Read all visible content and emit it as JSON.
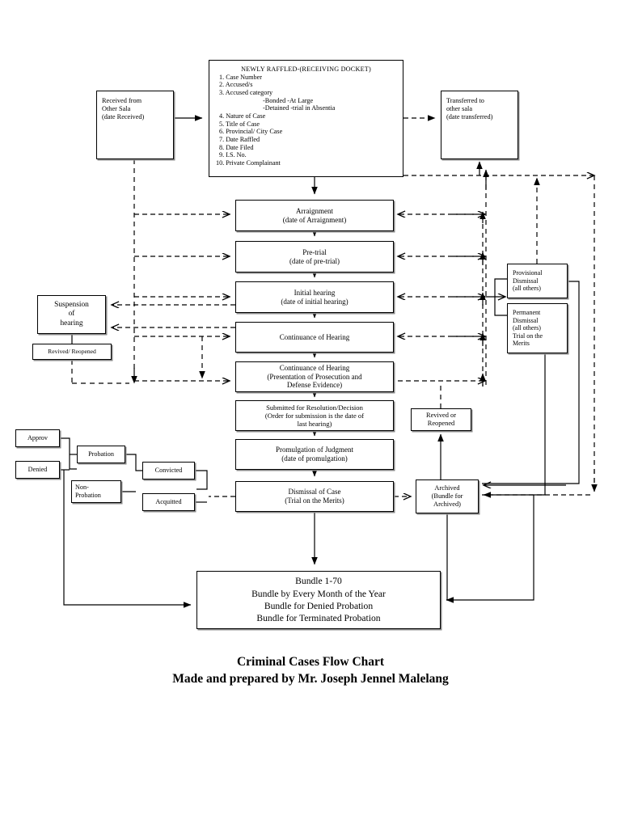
{
  "title": "Criminal Cases Flow Chart",
  "caption": {
    "line1": "Criminal Cases Flow Chart",
    "line2": "Made and prepared by Mr. Joseph Jennel Malelang"
  },
  "boxes": {
    "received_from_other_sala": {
      "name": "received-from-other-sala",
      "lines": [
        "Received from",
        "Other Sala",
        "(date Received)"
      ]
    },
    "newly_raffled": {
      "name": "newly-raffled-receiving-docket",
      "heading": "NEWLY RAFFLED-(RECEIVING DOCKET)",
      "items": [
        "1. Case Number",
        "2. Accused/s",
        "3. Accused category",
        "4. Nature of Case",
        "5. Title of Case",
        "6. Provincial/ City Case",
        "7. Date Raffled",
        "8. Date Filed",
        "9. I.S. No.",
        "10. Private Complainant"
      ],
      "sub_items": [
        "-Bonded    -At Large",
        "-Detained  -trial in Absentia"
      ]
    },
    "transferred_to_other_sala": {
      "name": "transferred-to-other-sala",
      "lines": [
        "Transferred to",
        "other sala",
        "(date transferred)"
      ]
    },
    "arraignment": {
      "name": "arraignment",
      "lines": [
        "Arraignment",
        "(date of Arraignment)"
      ]
    },
    "pre_trial": {
      "name": "pre-trial",
      "lines": [
        "Pre-trial",
        "(date of pre-trial)"
      ]
    },
    "initial_hearing": {
      "name": "initial-hearing",
      "lines": [
        "Initial hearing",
        "(date of initial hearing)"
      ]
    },
    "continuance_of_hearing_1": {
      "name": "continuance-of-hearing",
      "lines": [
        "Continuance of Hearing"
      ]
    },
    "continuance_of_hearing_2": {
      "name": "continuance-of-hearing-evidence",
      "lines": [
        "Continuance of Hearing",
        "(Presentation of Prosecution and",
        "Defense Evidence)"
      ]
    },
    "submitted_for_resolution": {
      "name": "submitted-for-resolution",
      "lines": [
        "Submitted for Resolution/Decision",
        "(Order for submission is the date of",
        "last hearing)"
      ]
    },
    "promulgation": {
      "name": "promulgation-of-judgment",
      "lines": [
        "Promulgation of Judgment",
        "(date of promulgation)"
      ]
    },
    "dismissal_of_case": {
      "name": "dismissal-of-case",
      "lines": [
        "Dismissal of Case",
        "(Trial on the Merits)"
      ]
    },
    "suspension_of_hearing": {
      "name": "suspension-of-hearing",
      "lines": [
        "Suspension",
        "of",
        "hearing"
      ]
    },
    "revived_reopened_1": {
      "name": "revived-reopened",
      "lines": [
        "Revived/ Reopened"
      ]
    },
    "approv": {
      "name": "approv",
      "lines": [
        "Approv"
      ]
    },
    "denied": {
      "name": "denied",
      "lines": [
        "Denied"
      ]
    },
    "probation": {
      "name": "probation",
      "lines": [
        "Probation"
      ]
    },
    "non_probation": {
      "name": "non-probation",
      "lines": [
        "Non-",
        "Probation"
      ]
    },
    "convicted": {
      "name": "convicted",
      "lines": [
        "Convicted"
      ]
    },
    "acquitted": {
      "name": "acquitted",
      "lines": [
        "Acquitted"
      ]
    },
    "provisional_dismissal": {
      "name": "provisional-dismissal",
      "lines": [
        "Provisional",
        "Dismissal",
        "(all others)"
      ]
    },
    "permanent_dismissal": {
      "name": "permanent-dismissal",
      "lines": [
        "Permanent",
        "Dismissal",
        "(all others)",
        "Trial on the",
        "Merits"
      ]
    },
    "revived_reopened_2": {
      "name": "revived-or-reopened",
      "lines": [
        "Revived or",
        "Reopened"
      ]
    },
    "archived": {
      "name": "archived",
      "lines": [
        "Archived",
        "(Bundle for",
        "Archived)"
      ]
    },
    "bundle": {
      "name": "bundle",
      "lines": [
        "Bundle 1-70",
        "Bundle by Every Month of the Year",
        "Bundle for Denied Probation",
        "Bundle for Terminated Probation"
      ]
    }
  },
  "colors": {
    "stroke": "#000000",
    "background": "#ffffff",
    "shadow": "#8a8a8a"
  }
}
